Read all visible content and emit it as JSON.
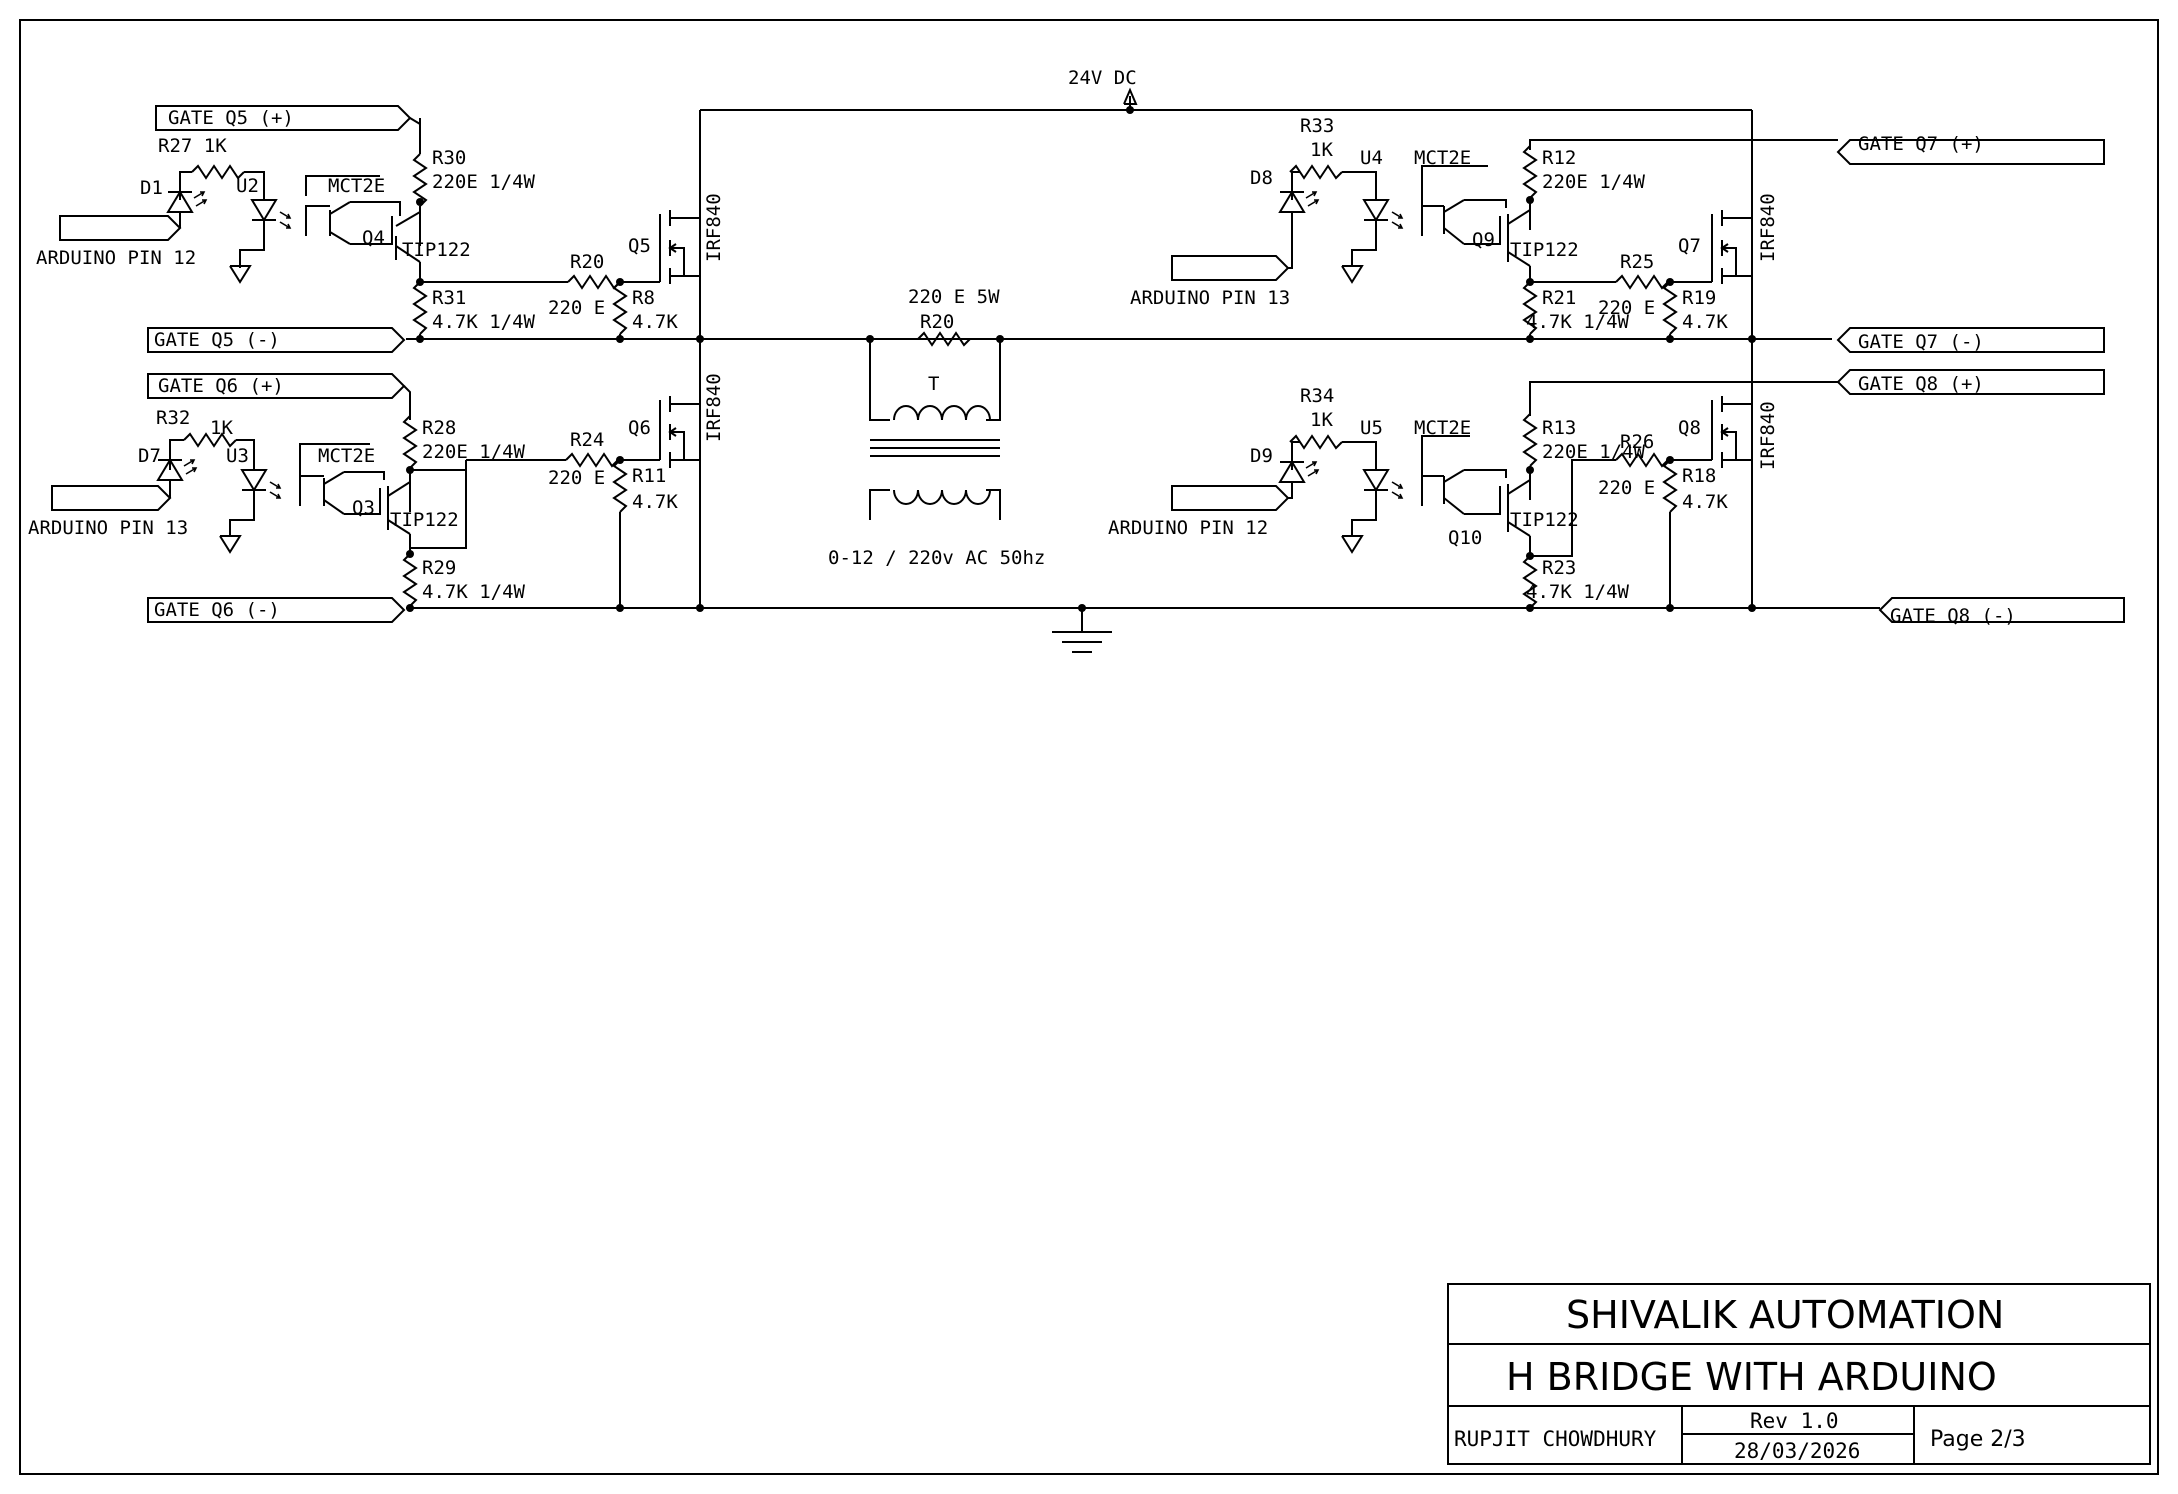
{
  "power": {
    "supply": "24V DC"
  },
  "ports": {
    "gate_q5_pos": "GATE Q5 (+)",
    "gate_q5_neg": "GATE Q5 (-)",
    "gate_q6_pos": "GATE Q6 (+)",
    "gate_q6_neg": "GATE Q6 (-)",
    "gate_q7_pos": "GATE Q7 (+)",
    "gate_q7_neg": "GATE Q7 (-)",
    "gate_q8_pos": "GATE Q8 (+)",
    "gate_q8_neg": "GATE Q8 (-)",
    "arduino_pin_12_left": "ARDUINO PIN 12",
    "arduino_pin_13_left": "ARDUINO PIN 13",
    "arduino_pin_13_right": "ARDUINO PIN 13",
    "arduino_pin_12_right": "ARDUINO PIN 12"
  },
  "components": {
    "r27": "R27 1K",
    "d1": "D1",
    "u2": "U2",
    "mct2e_u2": "MCT2E",
    "q4": "Q4",
    "tip122_q4": "TIP122",
    "r30": "R30",
    "r30_val": "220E 1/4W",
    "r31": "R31",
    "r31_val": "4.7K 1/4W",
    "r20a": "R20",
    "r20a_val": "220 E",
    "r8": "R8",
    "r8_val": "4.7K",
    "q5": "Q5",
    "irf840_q5": "IRF840",
    "r32": "R32",
    "r32_val": "1K",
    "d7": "D7",
    "u3": "U3",
    "mct2e_u3": "MCT2E",
    "q3": "Q3",
    "tip122_q3": "TIP122",
    "r28": "R28",
    "r28_val": "220E 1/4W",
    "r29": "R29",
    "r29_val": "4.7K 1/4W",
    "r24": "R24",
    "r24_val": "220 E",
    "r11": "R11",
    "r11_val": "4.7K",
    "q6": "Q6",
    "irf840_q6": "IRF840",
    "r20b": "R20",
    "r20b_val": "220 E 5W",
    "t": "T",
    "transformer_val": "0-12 / 220v AC 50hz",
    "r33": "R33",
    "r33_val": "1K",
    "d8": "D8",
    "u4": "U4",
    "mct2e_u4": "MCT2E",
    "q9": "Q9",
    "tip122_q9": "TIP122",
    "r12": "R12",
    "r12_val": "220E 1/4W",
    "r21": "R21",
    "r21_val": "4.7K 1/4W",
    "r25": "R25",
    "r25_val": "220 E",
    "r19": "R19",
    "r19_val": "4.7K",
    "q7": "Q7",
    "irf840_q7": "IRF840",
    "r34": "R34",
    "r34_val": "1K",
    "d9": "D9",
    "u5": "U5",
    "mct2e_u5": "MCT2E",
    "q10": "Q10",
    "tip122_q10": "TIP122",
    "r13": "R13",
    "r13_val": "220E 1/4W",
    "r23": "R23",
    "r23_val": "4.7K 1/4W",
    "r26": "R26",
    "r26_val": "220 E",
    "r18": "R18",
    "r18_val": "4.7K",
    "q8": "Q8",
    "irf840_q8": "IRF840"
  },
  "title_block": {
    "company": "SHIVALIK AUTOMATION",
    "title": "H BRIDGE WITH ARDUINO",
    "author": "RUPJIT CHOWDHURY",
    "revision": "Rev 1.0",
    "date": "28/03/2026",
    "page": "Page 2/3"
  }
}
